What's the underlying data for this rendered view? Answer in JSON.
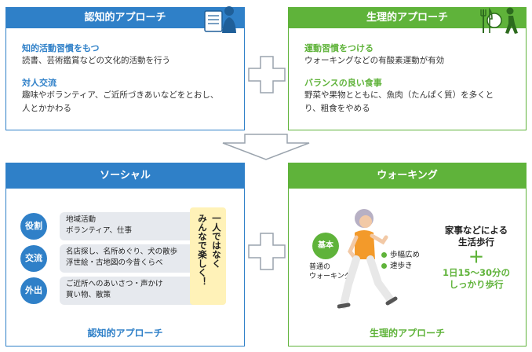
{
  "top_left": {
    "title": "認知的アプローチ",
    "item1_heading": "知的活動習慣をもつ",
    "item1_text": "読書、芸術鑑賞などの文化的活動を行う",
    "item2_heading": "対人交流",
    "item2_text_1": "趣味やボランティア、ご近所づきあいなどをとおし、",
    "item2_text_2": "人とかかわる"
  },
  "top_right": {
    "title": "生理的アプローチ",
    "item1_heading": "運動習慣をつける",
    "item1_text": "ウォーキングなどの有酸素運動が有効",
    "item2_heading": "バランスの良い食事",
    "item2_text_1": "野菜や果物とともに、魚肉（たんぱく質）を多くと",
    "item2_text_2": "り、粗食をやめる"
  },
  "social": {
    "title": "ソーシャル",
    "rows": [
      {
        "label": "役割",
        "line1": "地域活動",
        "line2": "ボランティア、仕事"
      },
      {
        "label": "交流",
        "line1": "名店探し、名所めぐり、犬の散歩",
        "line2": "浮世絵・古地図の今昔くらべ"
      },
      {
        "label": "外出",
        "line1": "ご近所へのあいさつ・声かけ",
        "line2": "買い物、散策"
      }
    ],
    "vertical_1": "一人ではなく",
    "vertical_2": "みんなで楽しく！",
    "footer": "認知的アプローチ"
  },
  "walking": {
    "title": "ウォーキング",
    "badge": "基本",
    "normal_1": "普通の",
    "normal_2": "ウォーキング",
    "point1": "歩幅広め",
    "point2": "速歩き",
    "right_1": "家事などによる",
    "right_2": "生活歩行",
    "plus": "＋",
    "right_3": "1日15～30分の",
    "right_4": "しっかり歩行",
    "footer": "生理的アプローチ"
  },
  "colors": {
    "blue": "#2f80c8",
    "green": "#5fb33a",
    "pill": "#e6e9ee",
    "highlight": "#fff2b8"
  }
}
